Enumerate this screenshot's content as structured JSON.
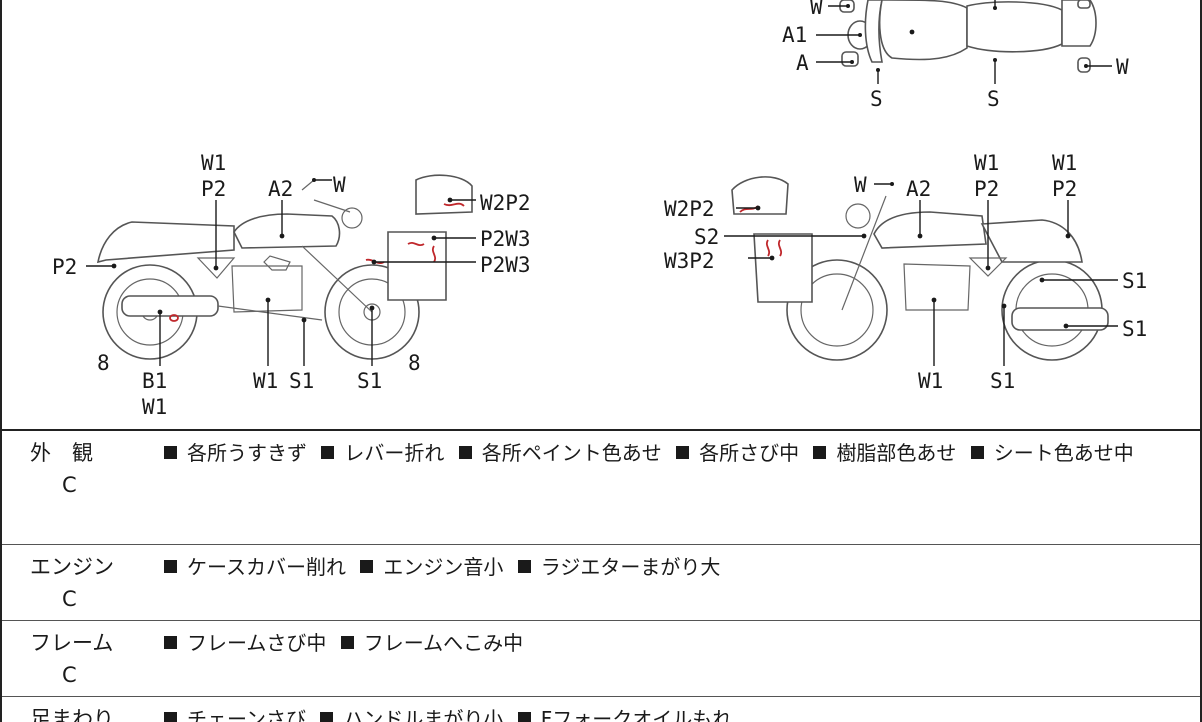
{
  "diagram": {
    "top_view": {
      "labels": [
        "W",
        "A1",
        "A",
        "S",
        "S",
        "W"
      ]
    },
    "left_view": {
      "labels": [
        "W1",
        "P2",
        "A2",
        "W",
        "W2P2",
        "P2W3",
        "P2W3",
        "P2",
        "8",
        "B1",
        "W1",
        "W1",
        "S1",
        "S1",
        "8"
      ]
    },
    "right_view": {
      "labels": [
        "W2P2",
        "S2",
        "W3P2",
        "W",
        "A2",
        "W1",
        "P2",
        "W1",
        "P2",
        "S1",
        "S1",
        "W1",
        "S1"
      ]
    }
  },
  "inspection": {
    "rows": [
      {
        "category": "外　観",
        "grade": "C",
        "items": [
          "各所うすきず",
          "レバー折れ",
          "各所ペイント色あせ",
          "各所さび中",
          "樹脂部色あせ",
          "シート色あせ中"
        ]
      },
      {
        "category": "エンジン",
        "grade": "C",
        "items": [
          "ケースカバー削れ",
          "エンジン音小",
          "ラジエターまがり大"
        ]
      },
      {
        "category": "フレーム",
        "grade": "C",
        "items": [
          "フレームさび中",
          "フレームへこみ中"
        ]
      },
      {
        "category": "足まわり",
        "grade": "",
        "items": [
          "チェーンさび",
          "ハンドルまがり小",
          "Fフォークオイルもれ"
        ]
      }
    ]
  }
}
